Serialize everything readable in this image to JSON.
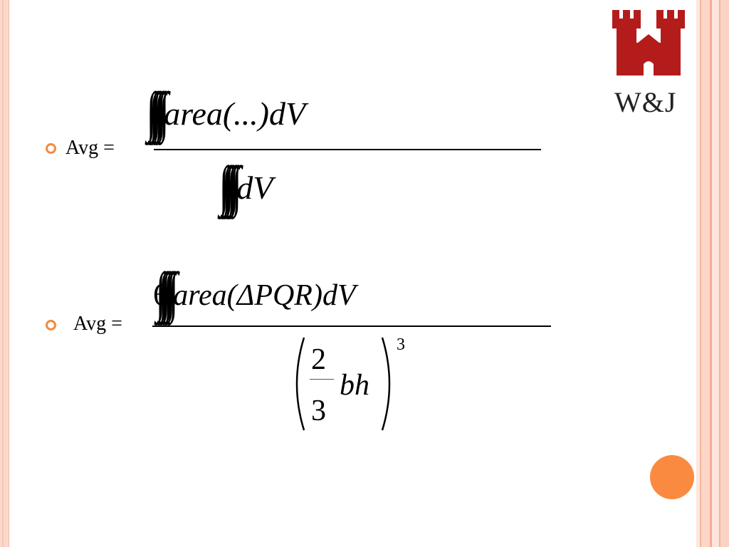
{
  "slide": {
    "bullet1_text": "Avg =",
    "bullet2_text": "Avg =",
    "formula1": {
      "numerator_expr": "area(...)dV",
      "denominator_expr": "dV",
      "integral_count": 6
    },
    "formula2": {
      "numerator_coeff": "6",
      "numerator_expr": "area(ΔPQR)dV",
      "den_frac_num": "2",
      "den_frac_den": "3",
      "den_vars": "bh",
      "exponent": "3",
      "integral_count": 6
    }
  },
  "logo": {
    "text": "W&J",
    "color": "#b41c1c"
  },
  "colors": {
    "accent": "#f58a3c",
    "circle": "#fb8a41",
    "frame": "#fbd9cc"
  }
}
